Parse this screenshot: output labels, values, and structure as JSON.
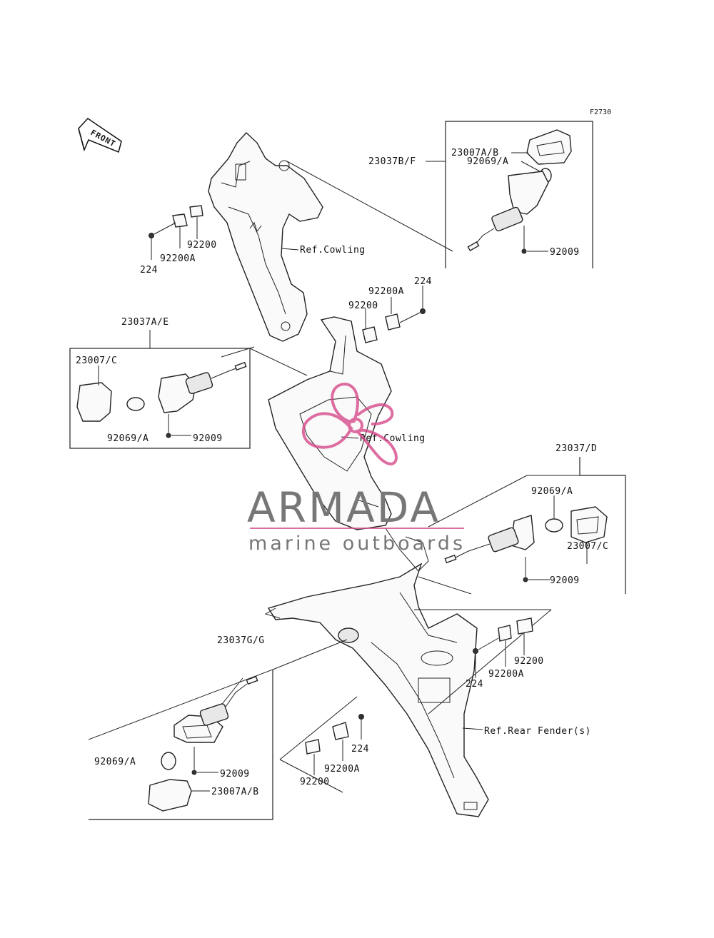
{
  "figure_code": "F2730",
  "front_marker": "FRONT",
  "watermark": {
    "brand": "ARMADA",
    "tagline": "marine outboards",
    "logo_color": "#d64a8a"
  },
  "labels": {
    "fr_23007ab": "23007A/B",
    "fr_23037bf": "23037B/F",
    "fr_92069a": "92069/A",
    "fr_92009": "92009",
    "ul_92200": "92200",
    "ul_92200a": "92200A",
    "ul_224": "224",
    "ref_cowling_1": "Ref.Cowling",
    "c_224": "224",
    "c_92200a": "92200A",
    "c_92200": "92200",
    "fl_23037ae": "23037A/E",
    "fl_23007c": "23007/C",
    "fl_92069a": "92069/A",
    "fl_92009": "92009",
    "ref_cowling_2": "Ref.Cowling",
    "rr_23037d": "23037/D",
    "rr_92069a": "92069/A",
    "rr_23007c": "23007/C",
    "rr_92009": "92009",
    "rl_23037gg": "23037G/G",
    "rl_92069a": "92069/A",
    "rl_92009": "92009",
    "rl_23007ab": "23007A/B",
    "rf_92200": "92200",
    "rf_92200a": "92200A",
    "rf_224": "224",
    "lc_224": "224",
    "lc_92200a": "92200A",
    "lc_92200": "92200",
    "ref_rear_fender": "Ref.Rear Fender(s)"
  }
}
